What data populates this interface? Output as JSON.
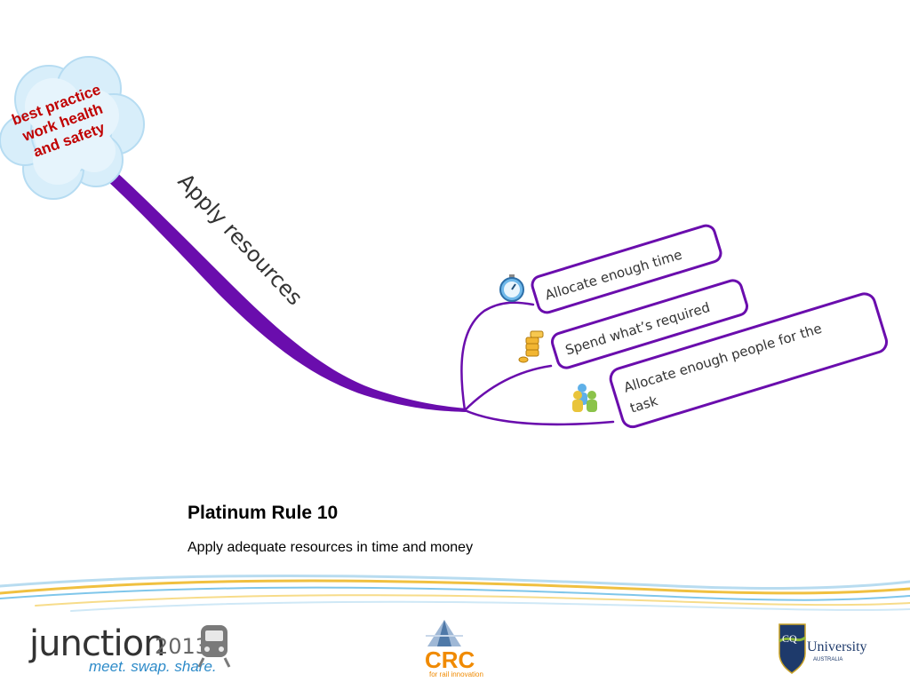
{
  "mindmap": {
    "central_node": {
      "lines": [
        "best practice",
        "work health",
        "and safety"
      ]
    },
    "main_branch": {
      "label": "Apply resources"
    },
    "sub_nodes": [
      {
        "label": "Allocate enough time",
        "icon": "stopwatch-icon"
      },
      {
        "label": "Spend what’s required",
        "icon": "coins-icon"
      },
      {
        "lines": [
          "Allocate enough people for the",
          "task"
        ],
        "icon": "people-icon"
      }
    ],
    "colors": {
      "branch": "#6a0dad",
      "central_text": "#c00000",
      "cloud": "#d8eefa",
      "node_text": "#333333"
    }
  },
  "slide": {
    "title": "Platinum Rule 10",
    "subtitle": "Apply adequate resources in time and money"
  },
  "footer": {
    "junction": {
      "word": "junction",
      "year": "2013",
      "tagline": "meet. swap. share."
    },
    "crc": {
      "name": "CRC",
      "tagline": "for rail innovation"
    },
    "cqu": {
      "initials": "CQ",
      "name": "University",
      "country": "AUSTRALIA"
    }
  }
}
